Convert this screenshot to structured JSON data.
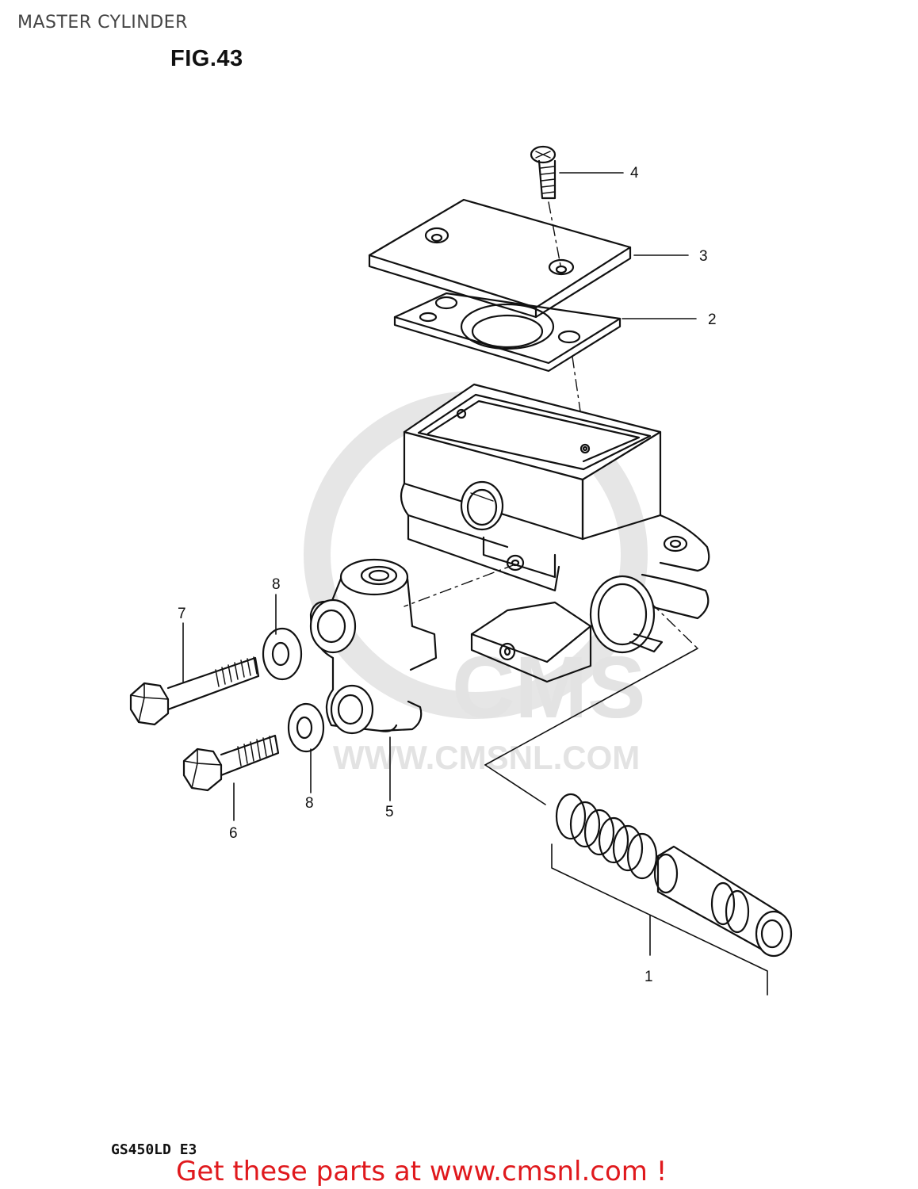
{
  "header": {
    "title": "MASTER CYLINDER",
    "figure": "FIG.43"
  },
  "parts": [
    {
      "number": "1"
    },
    {
      "number": "2"
    },
    {
      "number": "3"
    },
    {
      "number": "4"
    },
    {
      "number": "5"
    },
    {
      "number": "6"
    },
    {
      "number": "7"
    },
    {
      "number": "8"
    },
    {
      "number": "8"
    }
  ],
  "watermark": {
    "brand": "CMS",
    "site": "WWW.CMSNL.COM"
  },
  "footer": {
    "model_code": "GS450LD E3",
    "promo": "Get these parts at www.cmsnl.com !"
  },
  "colors": {
    "line": "#111111",
    "watermark": "#e2e2e2",
    "promo": "#e0191d"
  }
}
